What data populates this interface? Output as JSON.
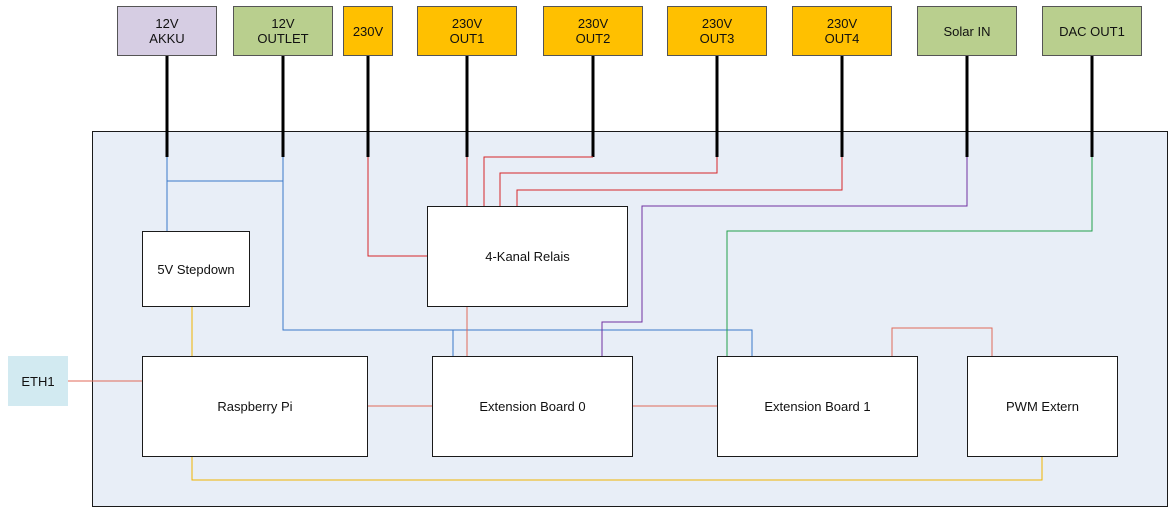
{
  "connectors": {
    "akku": {
      "line1": "12V",
      "line2": "AKKU",
      "color": "#d6cde3"
    },
    "outlet": {
      "line1": "12V",
      "line2": "OUTLET",
      "color": "#b9cf8e"
    },
    "v230": {
      "line1": "230V",
      "color": "#ffc000"
    },
    "out1": {
      "line1": "230V",
      "line2": "OUT1",
      "color": "#ffc000"
    },
    "out2": {
      "line1": "230V",
      "line2": "OUT2",
      "color": "#ffc000"
    },
    "out3": {
      "line1": "230V",
      "line2": "OUT3",
      "color": "#ffc000"
    },
    "out4": {
      "line1": "230V",
      "line2": "OUT4",
      "color": "#ffc000"
    },
    "solar": {
      "line1": "Solar IN",
      "color": "#b9cf8e"
    },
    "dac": {
      "line1": "DAC OUT1",
      "color": "#b9cf8e"
    }
  },
  "modules": {
    "stepdown": "5V Stepdown",
    "relais": "4-Kanal Relais",
    "raspberry": "Raspberry Pi",
    "ext0": "Extension Board 0",
    "ext1": "Extension Board 1",
    "pwm": "PWM Extern"
  },
  "eth": {
    "label": "ETH1",
    "color": "#d2eaf1"
  },
  "wire_colors": {
    "power_12v": "#3a78c9",
    "mains": "#d62728",
    "signal": "#e06a5a",
    "supply_5v": "#f0b400",
    "solar": "#7030a0",
    "dac": "#22a04b",
    "cable": "#000000"
  }
}
